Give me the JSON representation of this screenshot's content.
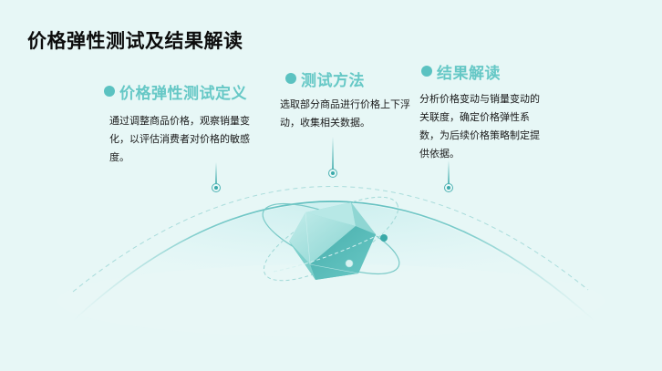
{
  "page": {
    "title": "价格弹性测试及结果解读"
  },
  "sections": [
    {
      "heading": "价格弹性测试定义",
      "body": "通过调整商品价格，观察销量变化，以评估消费者对价格的敏感度。"
    },
    {
      "heading": "测试方法",
      "body": "选取部分商品进行价格上下浮动，收集相关数据。"
    },
    {
      "heading": "结果解读",
      "body": "分析价格变动与销量变动的关联度，确定价格弹性系数，为后续价格策略制定提供依据。"
    }
  ],
  "colors": {
    "background": "#e7f7f6",
    "accent": "#5bc2c1",
    "heading": "#66c8c6",
    "title": "#0d0d0d",
    "body_text": "#1a1a1a"
  },
  "illustration": {
    "icon": "icosahedron-orbit-icon"
  }
}
